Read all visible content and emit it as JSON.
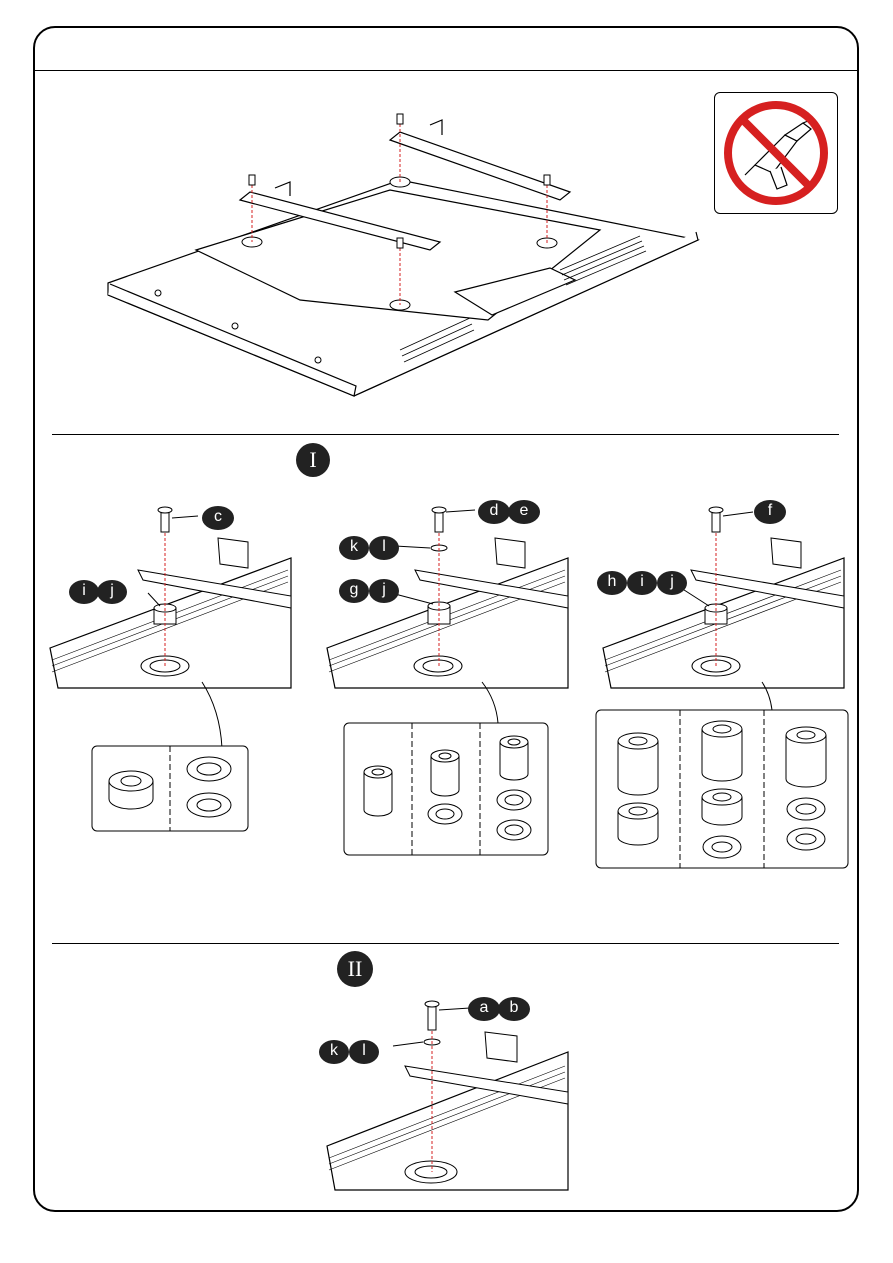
{
  "steps": {
    "step1": "I",
    "step2": "II"
  },
  "callouts": {
    "s1_left_screw": [
      "c"
    ],
    "s1_left_spacer": [
      "i",
      "j"
    ],
    "s1_mid_screw": [
      "d",
      "e"
    ],
    "s1_mid_washer": [
      "k",
      "l"
    ],
    "s1_mid_spacer": [
      "g",
      "j"
    ],
    "s1_right_screw": [
      "f"
    ],
    "s1_right_spacer": [
      "h",
      "i",
      "j"
    ],
    "s2_screw": [
      "a",
      "b"
    ],
    "s2_washer": [
      "k",
      "l"
    ]
  },
  "icons": {
    "warning": "no-power-drill-icon"
  },
  "colors": {
    "line": "#000000",
    "prohibit": "#d62020",
    "guide": "#d62020",
    "badge": "#222222"
  }
}
